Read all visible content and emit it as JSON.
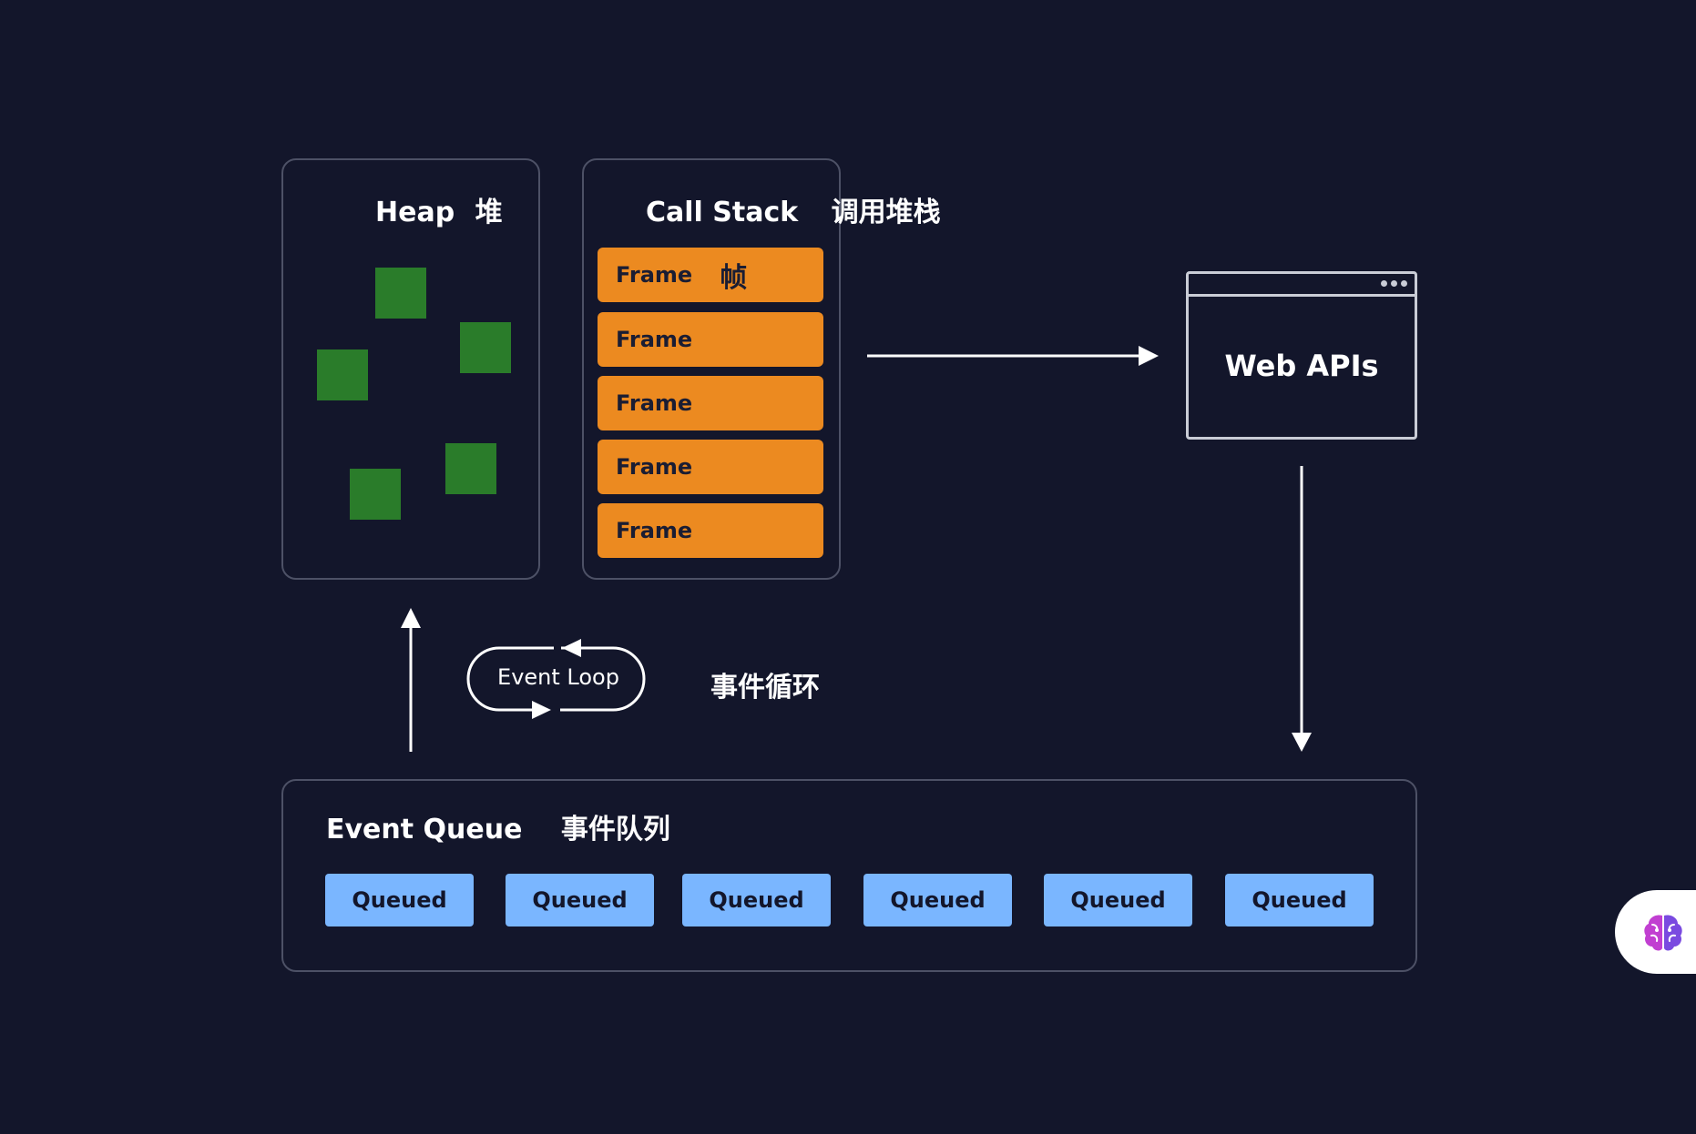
{
  "heap": {
    "title": "Heap",
    "title_cn": "堆"
  },
  "call_stack": {
    "title": "Call Stack",
    "title_cn": "调用堆栈",
    "frames": [
      {
        "label": "Frame",
        "label_cn": "帧"
      },
      {
        "label": "Frame"
      },
      {
        "label": "Frame"
      },
      {
        "label": "Frame"
      },
      {
        "label": "Frame"
      }
    ]
  },
  "web_apis": {
    "label": "Web APIs"
  },
  "event_loop": {
    "label": "Event Loop",
    "label_cn": "事件循环"
  },
  "event_queue": {
    "title": "Event Queue",
    "title_cn": "事件队列",
    "items": [
      "Queued",
      "Queued",
      "Queued",
      "Queued",
      "Queued",
      "Queued"
    ]
  },
  "colors": {
    "background": "#13162b",
    "heap_block": "#2a7c2a",
    "frame": "#ec8a20",
    "queued": "#7ab6ff",
    "border": "#4d5166"
  },
  "icons": {
    "floating_button": "brain-icon",
    "window_menu": "dots-icon"
  }
}
